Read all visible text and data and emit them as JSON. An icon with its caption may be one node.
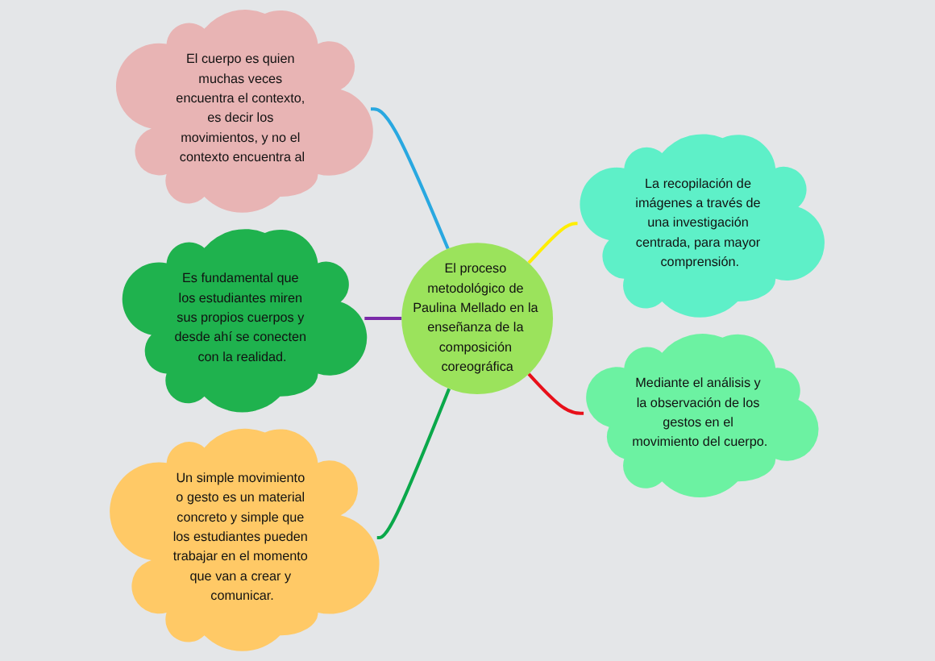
{
  "diagram": {
    "nodes": [
      {
        "text": [
          "El cuerpo es quien muchas veces encuentra el contexto, es decir los movimientos, y no el contexto encuentra al"
        ]
      },
      {
        "text": [
          "El proceso metodológico de Paulina Mellado en la enseñanza de la composición coreográfica"
        ]
      },
      {
        "text": [
          "La recopilación de imágenes a través de una investigación centrada, para mayor comprensión."
        ]
      },
      {
        "text": [
          "Es fundamental que los estudiantes miren sus propios cuerpos y desde ahí se conecten con la realidad."
        ]
      },
      {
        "text": [
          "Un simple movimiento o gesto es un material concreto y simple que los estudiantes pueden trabajar en el momento que van a crear y comunicar."
        ]
      },
      {
        "text": [
          "Mediante el análisis y la observación de los gestos en el movimiento del cuerpo."
        ]
      }
    ],
    "edges": [
      {
        "from": 0,
        "to": 1,
        "arrow": "none",
        "color": "#29a8e0"
      },
      {
        "from": 3,
        "to": 1,
        "arrow": "none",
        "color": "#7a2aa8"
      },
      {
        "from": 4,
        "to": 1,
        "arrow": "none",
        "color": "#0aa84a"
      },
      {
        "from": 1,
        "to": 2,
        "arrow": "none",
        "color": "#ffee00"
      },
      {
        "from": 1,
        "to": 5,
        "arrow": "none",
        "color": "#e8101a"
      }
    ]
  }
}
